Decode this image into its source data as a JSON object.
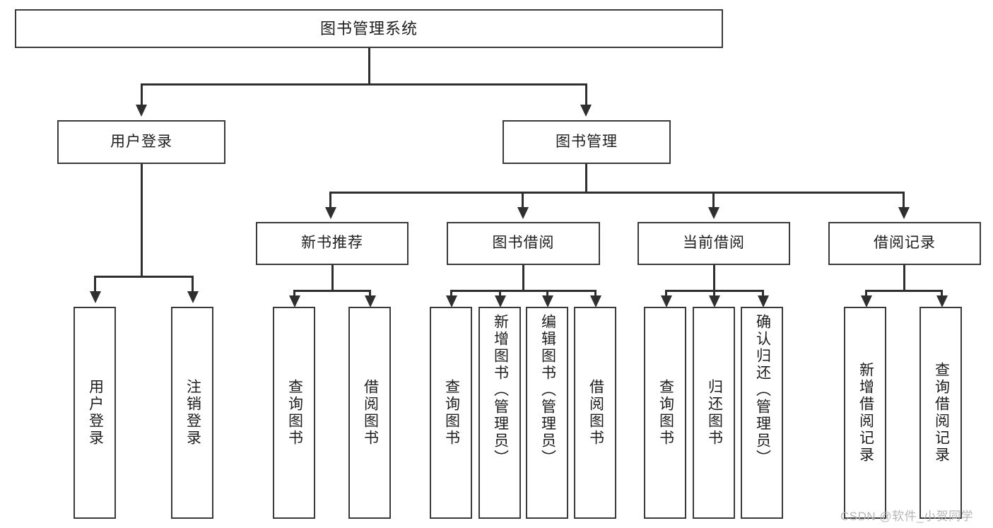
{
  "diagram": {
    "type": "tree",
    "title": "图书管理系统",
    "watermark": "CSDN @软件_小贺同学",
    "colors": {
      "box_border": "#3a3a3a",
      "connector": "#2f2f2f",
      "background": "#ffffff",
      "text": "#1d1d1d",
      "watermark": "#b7b7b7"
    },
    "levels": {
      "root": {
        "label": "图书管理系统"
      },
      "level2": [
        {
          "label": "用户登录"
        },
        {
          "label": "图书管理"
        }
      ],
      "level3": [
        {
          "label": "新书推荐"
        },
        {
          "label": "图书借阅"
        },
        {
          "label": "当前借阅"
        },
        {
          "label": "借阅记录"
        }
      ],
      "leaves": {
        "user_login": [
          {
            "label": "用户登录"
          },
          {
            "label": "注销登录"
          }
        ],
        "new_book_recommend": [
          {
            "label": "查询图书"
          },
          {
            "label": "借阅图书"
          }
        ],
        "book_borrow": [
          {
            "label": "查询图书"
          },
          {
            "label": "新增图书（管理员）"
          },
          {
            "label": "编辑图书（管理员）"
          },
          {
            "label": "借阅图书"
          }
        ],
        "current_borrow": [
          {
            "label": "查询图书"
          },
          {
            "label": "归还图书"
          },
          {
            "label": "确认归还（管理员）"
          }
        ],
        "borrow_record": [
          {
            "label": "新增借阅记录"
          },
          {
            "label": "查询借阅记录"
          }
        ]
      }
    }
  }
}
